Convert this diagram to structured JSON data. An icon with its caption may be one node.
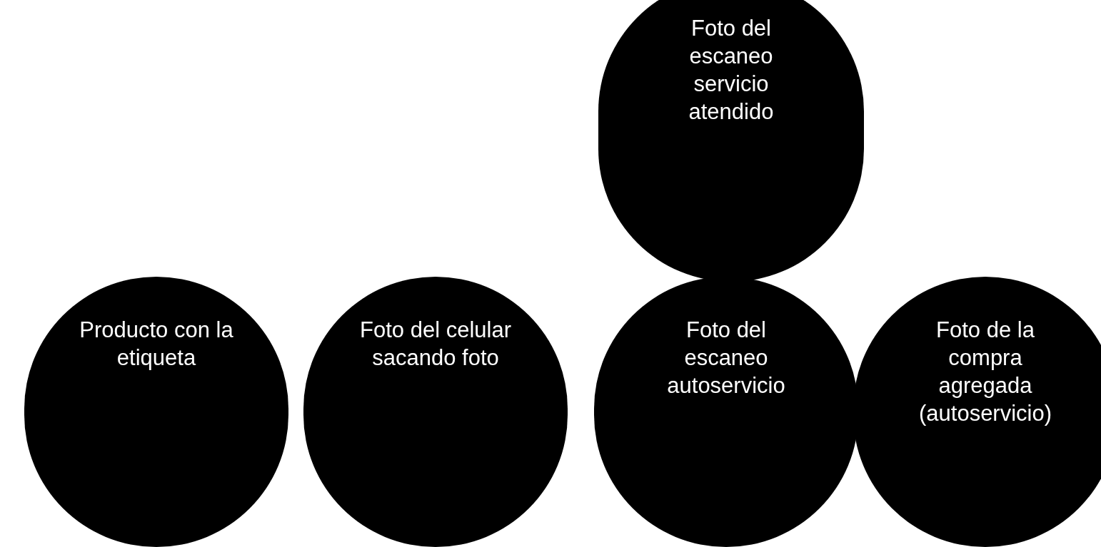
{
  "diagram": {
    "nodes": [
      {
        "text": [
          "Foto del escaneo servicio atendido"
        ]
      },
      {
        "text": [
          "Producto con la etiqueta"
        ]
      },
      {
        "text": [
          "Foto del celular sacando foto"
        ]
      },
      {
        "text": [
          "Foto del escaneo autoservicio"
        ]
      },
      {
        "text": [
          "Foto de la compra agregada (autoservicio)"
        ]
      }
    ]
  }
}
